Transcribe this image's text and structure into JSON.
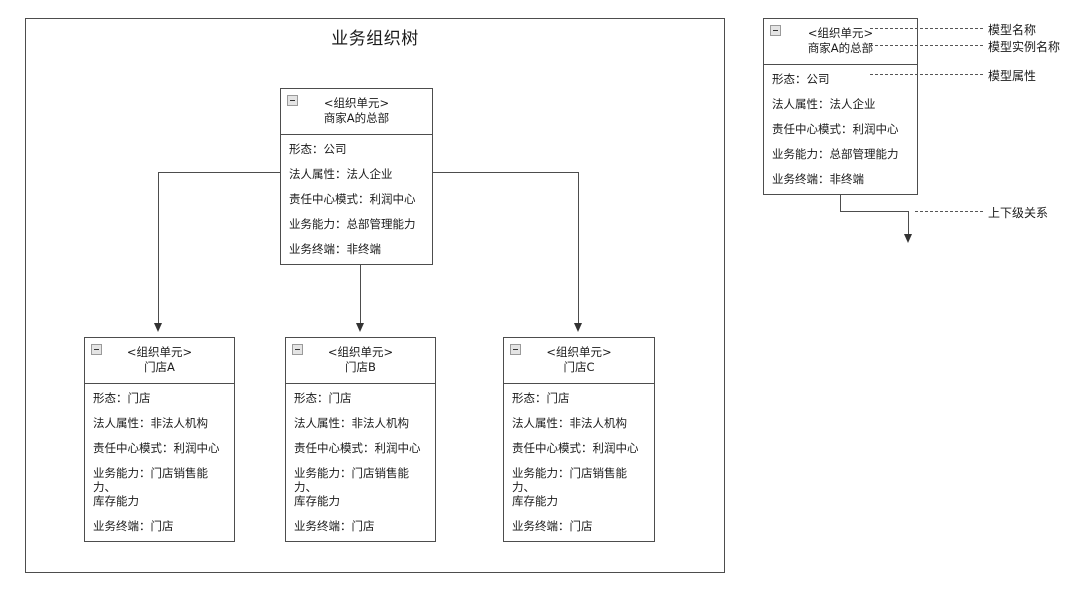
{
  "diagram": {
    "title": "业务组织树"
  },
  "nodes": {
    "root": {
      "stereotype": "<组织单元>",
      "instance": "商家A的总部",
      "attributes": [
        "形态：公司",
        "法人属性：法人企业",
        "责任中心模式：利润中心",
        "业务能力：总部管理能力",
        "业务终端：非终端"
      ]
    },
    "children": [
      {
        "stereotype": "<组织单元>",
        "instance": "门店A",
        "attributes": [
          "形态：门店",
          "法人属性：非法人机构",
          "责任中心模式：利润中心",
          "业务能力：门店销售能力、\n库存能力",
          "业务终端：门店"
        ]
      },
      {
        "stereotype": "<组织单元>",
        "instance": "门店B",
        "attributes": [
          "形态：门店",
          "法人属性：非法人机构",
          "责任中心模式：利润中心",
          "业务能力：门店销售能力、\n库存能力",
          "业务终端：门店"
        ]
      },
      {
        "stereotype": "<组织单元>",
        "instance": "门店C",
        "attributes": [
          "形态：门店",
          "法人属性：非法人机构",
          "责任中心模式：利润中心",
          "业务能力：门店销售能力、\n库存能力",
          "业务终端：门店"
        ]
      }
    ]
  },
  "legend": {
    "sample_node": {
      "stereotype": "<组织单元>",
      "instance": "商家A的总部",
      "attributes": [
        "形态：公司",
        "法人属性：法人企业",
        "责任中心模式：利润中心",
        "业务能力：总部管理能力",
        "业务终端：非终端"
      ]
    },
    "labels": {
      "model_name": "模型名称",
      "model_instance_name": "模型实例名称",
      "model_attribute": "模型属性",
      "hierarchy_relation": "上下级关系"
    }
  }
}
